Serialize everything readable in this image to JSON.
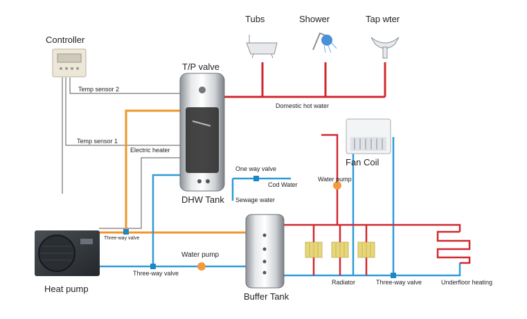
{
  "labels": {
    "controller": "Controller",
    "tubs": "Tubs",
    "shower": "Shower",
    "tap_water": "Tap wter",
    "tp_valve": "T/P valve",
    "temp_sensor_2": "Temp sensor 2",
    "domestic_hot_water": "Domestic hot water",
    "temp_sensor_1": "Temp sensor 1",
    "electric_heater": "Electric heater",
    "fan_coil": "Fan Coil",
    "one_way_valve": "One way valve",
    "cold_water": "Cod Water",
    "water_pump_top": "Water pump",
    "dhw_tank": "DHW Tank",
    "sewage_water": "Sewage water",
    "three_way_valve_upper": "Three-way valve",
    "water_pump_bottom": "Water pump",
    "three_way_valve_lower": "Three-way valve",
    "heat_pump": "Heat pump",
    "buffer_tank": "Buffer Tank",
    "radiator": "Radiator",
    "three_way_valve_right": "Three-way valve",
    "underfloor_heating": "Underfloor heating"
  },
  "colors": {
    "hot_pipe": "#d0282e",
    "cold_pipe": "#2e9bd6",
    "heat_pipe": "#f0962a",
    "wire": "#555555",
    "pump": "#f39a3c",
    "valve": "#1f86c6",
    "radiator": "#e8d77a"
  }
}
